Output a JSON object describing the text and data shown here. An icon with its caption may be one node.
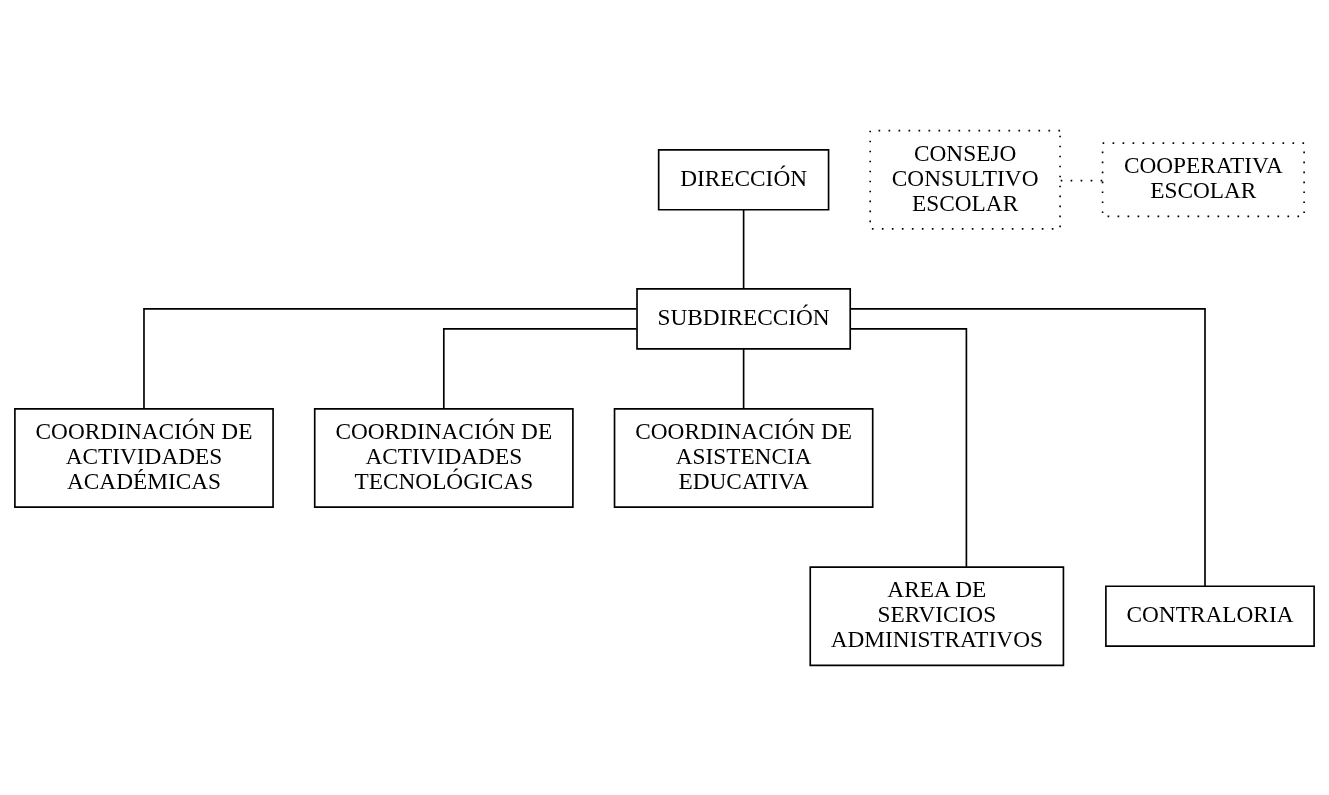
{
  "diagram": {
    "nodes": [
      {
        "text": [
          "DIRECCIÓN"
        ]
      },
      {
        "text": [
          "CONSEJO CONSULTIVO ESCOLAR"
        ]
      },
      {
        "text": [
          "COOPERATIVA ESCOLAR"
        ]
      },
      {
        "text": [
          "SUBDIRECCIÓN"
        ]
      },
      {
        "text": [
          "COORDINACIÓN DE ACTIVIDADES ACADÉMICAS"
        ]
      },
      {
        "text": [
          "COORDINACIÓN DE ACTIVIDADES TECNOLÓGICAS"
        ]
      },
      {
        "text": [
          "COORDINACIÓN DE ASISTENCIA EDUCATIVA"
        ]
      },
      {
        "text": [
          "AREA DE SERVICIOS ADMINISTRATIVOS"
        ]
      },
      {
        "text": [
          "CONTRALORIA"
        ]
      }
    ],
    "edges": [
      {
        "from": 0,
        "to": 3,
        "arrow": "none"
      },
      {
        "from": 1,
        "to": 2,
        "arrow": "none",
        "style": "dashed"
      },
      {
        "from": 3,
        "to": 4,
        "arrow": "none"
      },
      {
        "from": 3,
        "to": 5,
        "arrow": "none"
      },
      {
        "from": 3,
        "to": 6,
        "arrow": "none"
      },
      {
        "from": 3,
        "to": 7,
        "arrow": "none"
      },
      {
        "from": 3,
        "to": 8,
        "arrow": "none"
      }
    ]
  }
}
